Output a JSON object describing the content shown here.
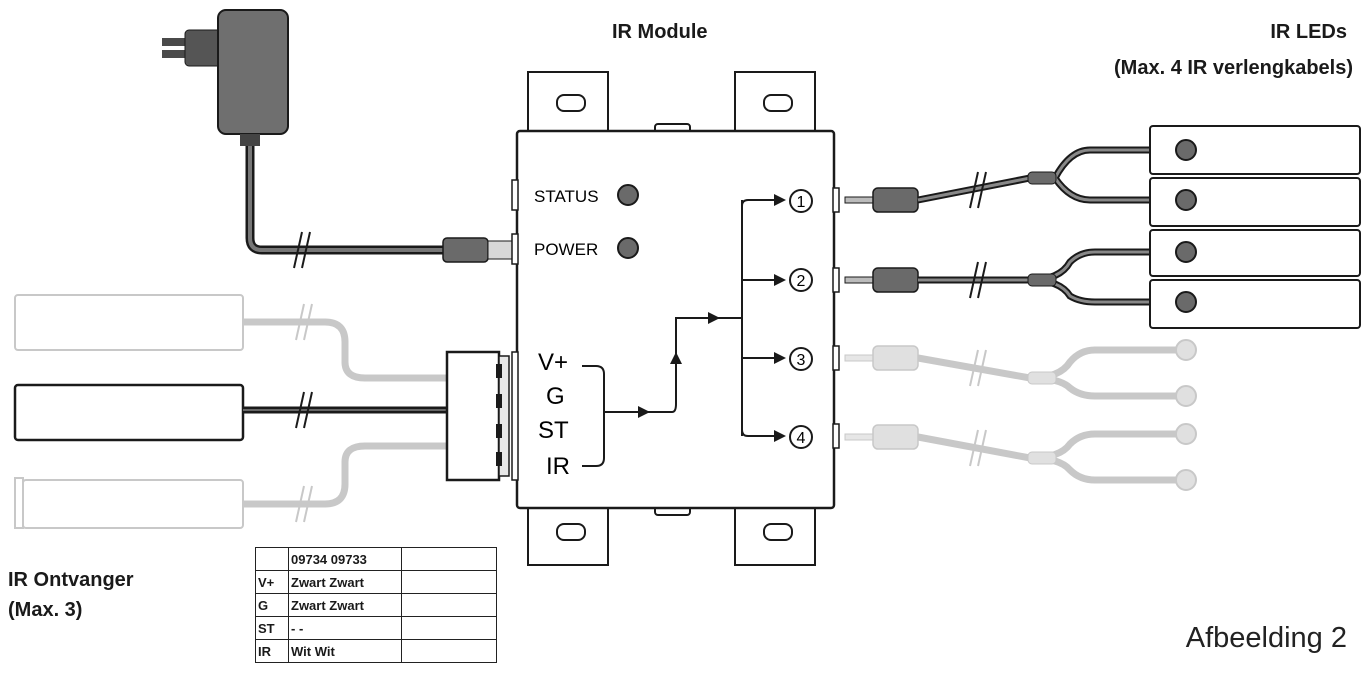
{
  "labels": {
    "ir_module": "IR Module",
    "ir_leds_line1": "IR LEDs",
    "ir_leds_line2": "(Max. 4 IR verlengkabels)",
    "ir_receiver_line1": "IR Ontvanger",
    "ir_receiver_line2": "(Max. 3)",
    "caption": "Afbeelding 2"
  },
  "module": {
    "status": "STATUS",
    "power": "POWER",
    "pins": [
      "V+",
      "G",
      "ST",
      "IR"
    ],
    "outputs": [
      "1",
      "2",
      "3",
      "4"
    ]
  },
  "wiring_table": {
    "header": [
      "",
      "09734 09733",
      ""
    ],
    "rows": [
      [
        "V+",
        "Zwart Zwart",
        ""
      ],
      [
        "G",
        "Zwart Zwart",
        ""
      ],
      [
        "ST",
        "- -",
        ""
      ],
      [
        "IR",
        "Wit Wit",
        ""
      ]
    ]
  },
  "colors": {
    "line": "#1a1a1a",
    "inactive": "#c8c8c8",
    "led_fill": "#6a6a6a",
    "adapter_fill": "#6f6f6f"
  }
}
